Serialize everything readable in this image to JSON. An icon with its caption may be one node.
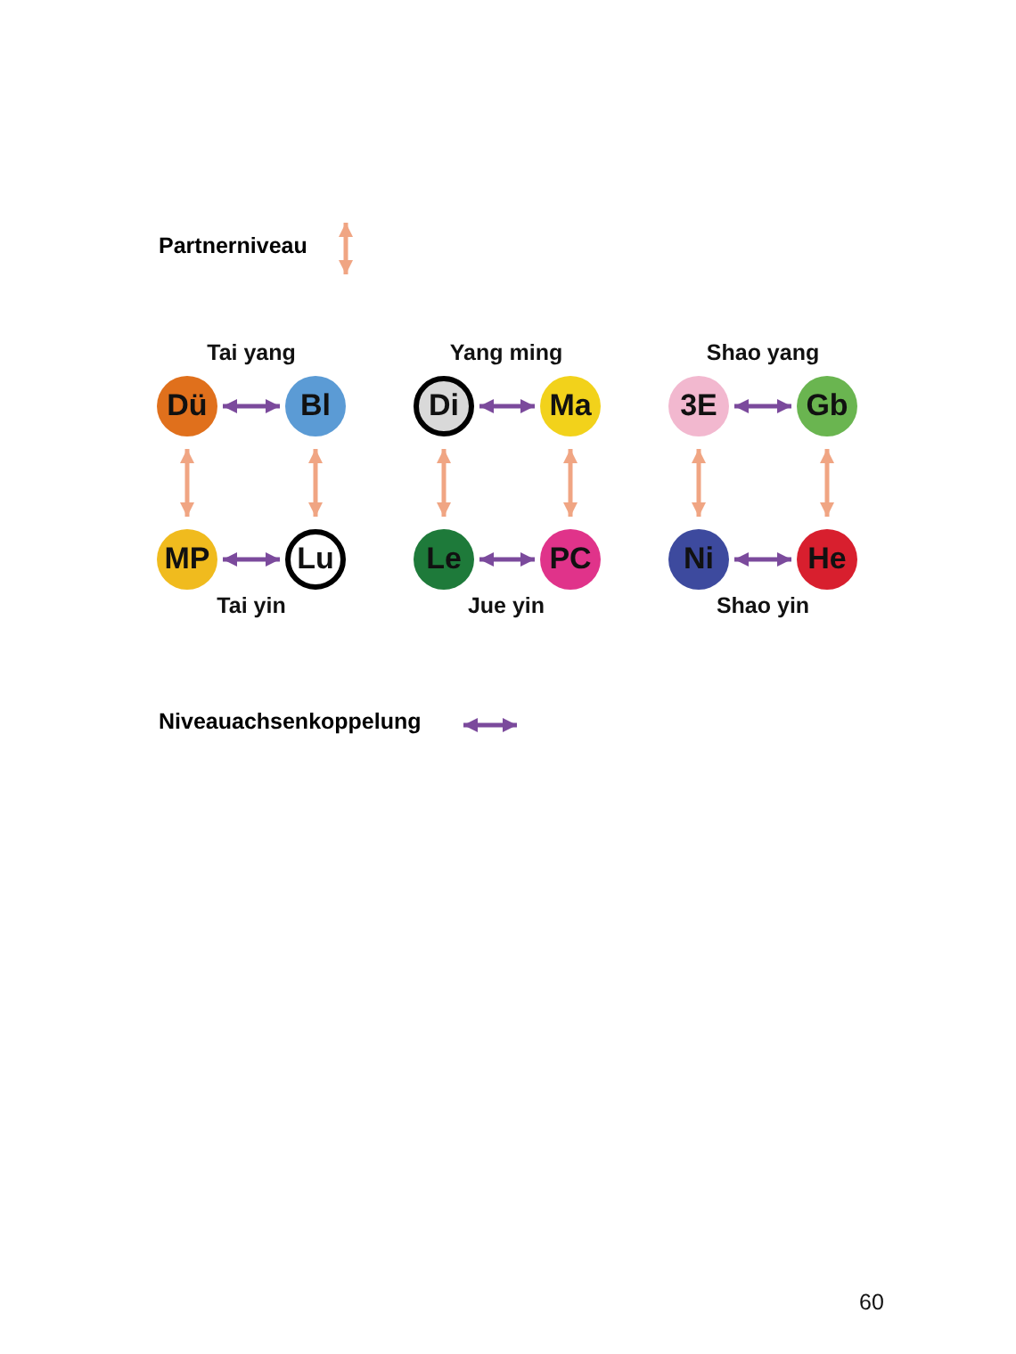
{
  "diagram": {
    "nodes": [
      {
        "text": [
          "Dü"
        ]
      },
      {
        "text": [
          "Bl"
        ]
      },
      {
        "text": [
          "Di"
        ]
      },
      {
        "text": [
          "Ma"
        ]
      },
      {
        "text": [
          "3E"
        ]
      },
      {
        "text": [
          "Gb"
        ]
      },
      {
        "text": [
          "MP"
        ]
      },
      {
        "text": [
          "Lu"
        ]
      },
      {
        "text": [
          "Le"
        ]
      },
      {
        "text": [
          "PC"
        ]
      },
      {
        "text": [
          "Ni"
        ]
      },
      {
        "text": [
          "He"
        ]
      }
    ],
    "edges": [
      {
        "from": 0,
        "to": 1,
        "arrow": "both",
        "color": "#7b4a9c"
      },
      {
        "from": 2,
        "to": 3,
        "arrow": "both",
        "color": "#7b4a9c"
      },
      {
        "from": 4,
        "to": 5,
        "arrow": "both",
        "color": "#7b4a9c"
      },
      {
        "from": 0,
        "to": 6,
        "arrow": "both",
        "color": "#f0a583"
      },
      {
        "from": 1,
        "to": 7,
        "arrow": "both",
        "color": "#f0a583"
      },
      {
        "from": 2,
        "to": 8,
        "arrow": "both",
        "color": "#f0a583"
      },
      {
        "from": 3,
        "to": 9,
        "arrow": "both",
        "color": "#f0a583"
      },
      {
        "from": 4,
        "to": 10,
        "arrow": "both",
        "color": "#f0a583"
      },
      {
        "from": 5,
        "to": 11,
        "arrow": "both",
        "color": "#f0a583"
      },
      {
        "from": 6,
        "to": 7,
        "arrow": "both",
        "color": "#7b4a9c"
      },
      {
        "from": 8,
        "to": 9,
        "arrow": "both",
        "color": "#7b4a9c"
      },
      {
        "from": 10,
        "to": 11,
        "arrow": "both",
        "color": "#7b4a9c"
      }
    ],
    "labels": [
      "Tai yang",
      "Yang ming",
      "Shao yang",
      "Tai yin",
      "Jue yin",
      "Shao yin",
      "60"
    ],
    "legend": [
      {
        "text": "Partnerniveau"
      },
      {
        "text": "Niveauachsenkoppelung"
      }
    ]
  }
}
